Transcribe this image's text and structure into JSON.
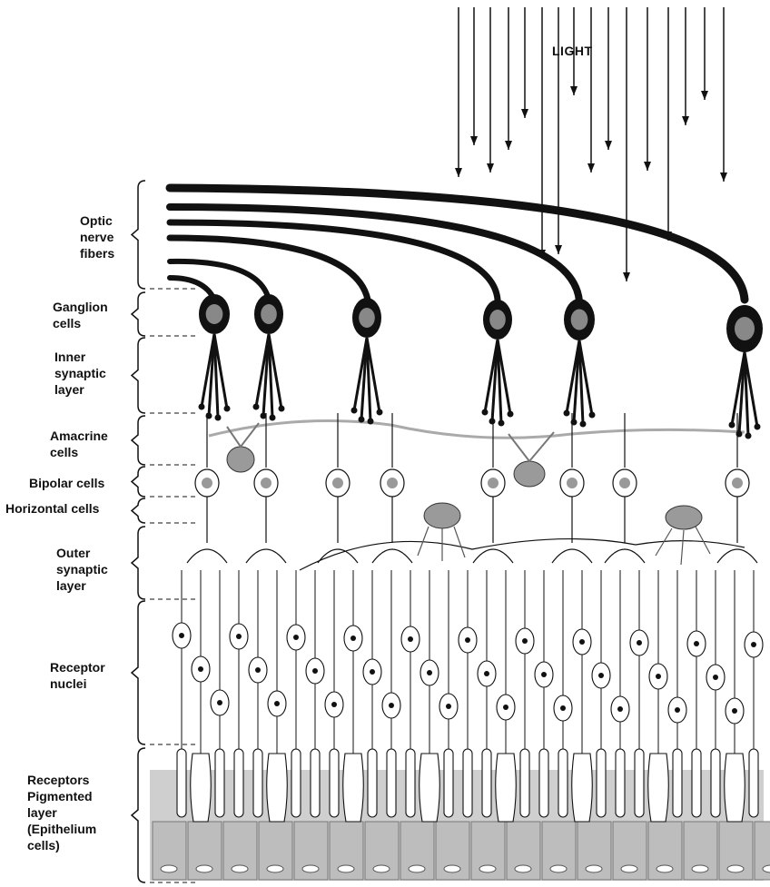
{
  "light_label": "LIGHT",
  "layers": [
    {
      "id": "optic-nerve-fibers",
      "label": "Optic\nnerve\nfibers"
    },
    {
      "id": "ganglion-cells",
      "label": "Ganglion\ncells"
    },
    {
      "id": "inner-synaptic-layer",
      "label": "Inner\nsynaptic\nlayer"
    },
    {
      "id": "amacrine-cells",
      "label": "Amacrine\ncells"
    },
    {
      "id": "bipolar-cells",
      "label": "Bipolar cells"
    },
    {
      "id": "horizontal-cells",
      "label": "Horizontal cells"
    },
    {
      "id": "outer-synaptic-layer",
      "label": "Outer\nsynaptic\nlayer"
    },
    {
      "id": "receptor-nuclei",
      "label": "Receptor\nnuclei"
    },
    {
      "id": "receptors-pigmented-layer",
      "label": "Receptors\nPigmented\nlayer\n(Epithelium\ncells)"
    }
  ],
  "colors": {
    "ink": "#111111",
    "pigment": "#c9c9c9",
    "glia": "#9a9a9a"
  }
}
